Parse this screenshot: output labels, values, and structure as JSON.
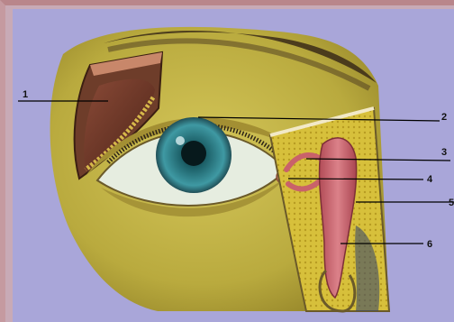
{
  "diagram": {
    "labels": [
      {
        "id": "1",
        "text": "1"
      },
      {
        "id": "2",
        "text": "2"
      },
      {
        "id": "3",
        "text": "3"
      },
      {
        "id": "4",
        "text": "4"
      },
      {
        "id": "5",
        "text": "5"
      },
      {
        "id": "6",
        "text": "6"
      }
    ]
  },
  "colors": {
    "background": "#a9a6d9",
    "skin": "#c7b94e",
    "skin_shadow": "#9c8c2c",
    "iris": "#2f7f86",
    "sclera": "#e9efe5",
    "gland": "#7a3b2c",
    "duct": "#c9626a",
    "fat": "#d9c233",
    "hair": "#3a2a17"
  }
}
